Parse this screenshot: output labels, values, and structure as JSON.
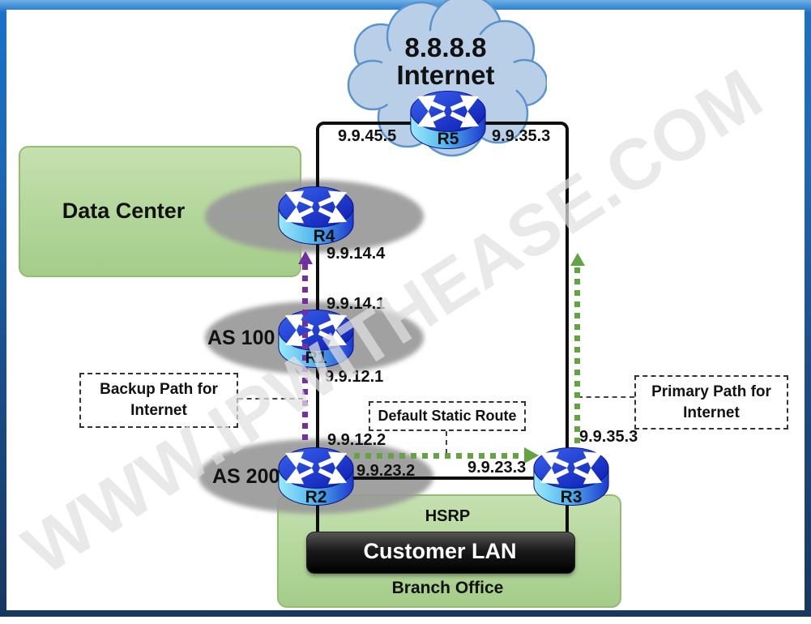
{
  "watermark": {
    "text": "WWW.IPWITHEASE.COM"
  },
  "internet": {
    "ip": "8.8.8.8",
    "label": "Internet"
  },
  "routers": {
    "r5": {
      "name": "R5",
      "left_ip": "9.9.45.5",
      "right_ip": "9.9.35.3"
    },
    "r4": {
      "name": "R4",
      "ip": "9.9.14.4"
    },
    "r1": {
      "name": "R1",
      "top_ip": "9.9.14.1",
      "bottom_ip": "9.9.12.1"
    },
    "r2": {
      "name": "R2",
      "top_ip": "9.9.12.2",
      "right_ip": "9.9.23.2"
    },
    "r3": {
      "name": "R3",
      "left_ip": "9.9.23.3",
      "top_ip": "9.9.35.3"
    }
  },
  "zones": {
    "data_center": "Data Center",
    "as100": "AS 100",
    "as200": "AS 200",
    "branch_office": "Branch Office",
    "hsrp": "HSRP",
    "customer_lan": "Customer LAN"
  },
  "annotations": {
    "backup_path": {
      "line1": "Backup Path for",
      "line2": "Internet"
    },
    "primary_path": {
      "line1": "Primary Path for",
      "line2": "Internet"
    },
    "default_static_route": "Default Static Route"
  },
  "colors": {
    "backup_path": "#7030a0",
    "primary_path": "#64a344",
    "zone_green": "#b2d69a",
    "frame_top": "#1a72c6",
    "frame_bottom": "#17375e",
    "cloud_fill": "#b9cfe8",
    "cloud_stroke": "#5b93cc",
    "router_blue": "#1b39cf"
  }
}
